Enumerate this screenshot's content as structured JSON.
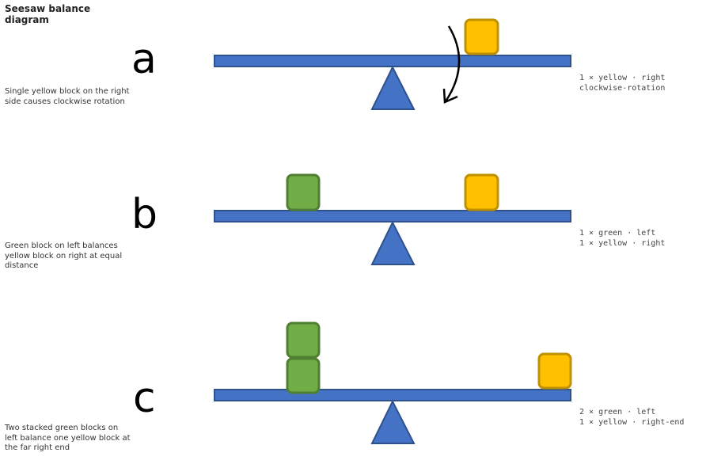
{
  "title": "Seesaw balance diagram",
  "colors": {
    "beam_fill": "#4472c4",
    "beam_stroke": "#2f528f",
    "yellow_fill": "#ffc000",
    "yellow_stroke": "#bf9000",
    "green_fill": "#70ad47",
    "green_stroke": "#507e32",
    "arrow": "#000000"
  },
  "panels": [
    {
      "label": "a",
      "description": "Single yellow block on the right side causes clockwise rotation",
      "blocks": [
        {
          "color": "yellow",
          "side": "right",
          "count": 1
        }
      ],
      "arrow": "clockwise-rotation"
    },
    {
      "label": "b",
      "description": "Green block on left balances yellow block on right at equal distance",
      "blocks": [
        {
          "color": "green",
          "side": "left",
          "count": 1
        },
        {
          "color": "yellow",
          "side": "right",
          "count": 1
        }
      ]
    },
    {
      "label": "c",
      "description": "Two stacked green blocks on left balance one yellow block at the far right end",
      "blocks": [
        {
          "color": "green",
          "side": "left",
          "count": 2
        },
        {
          "color": "yellow",
          "side": "right-end",
          "count": 1
        }
      ]
    }
  ]
}
